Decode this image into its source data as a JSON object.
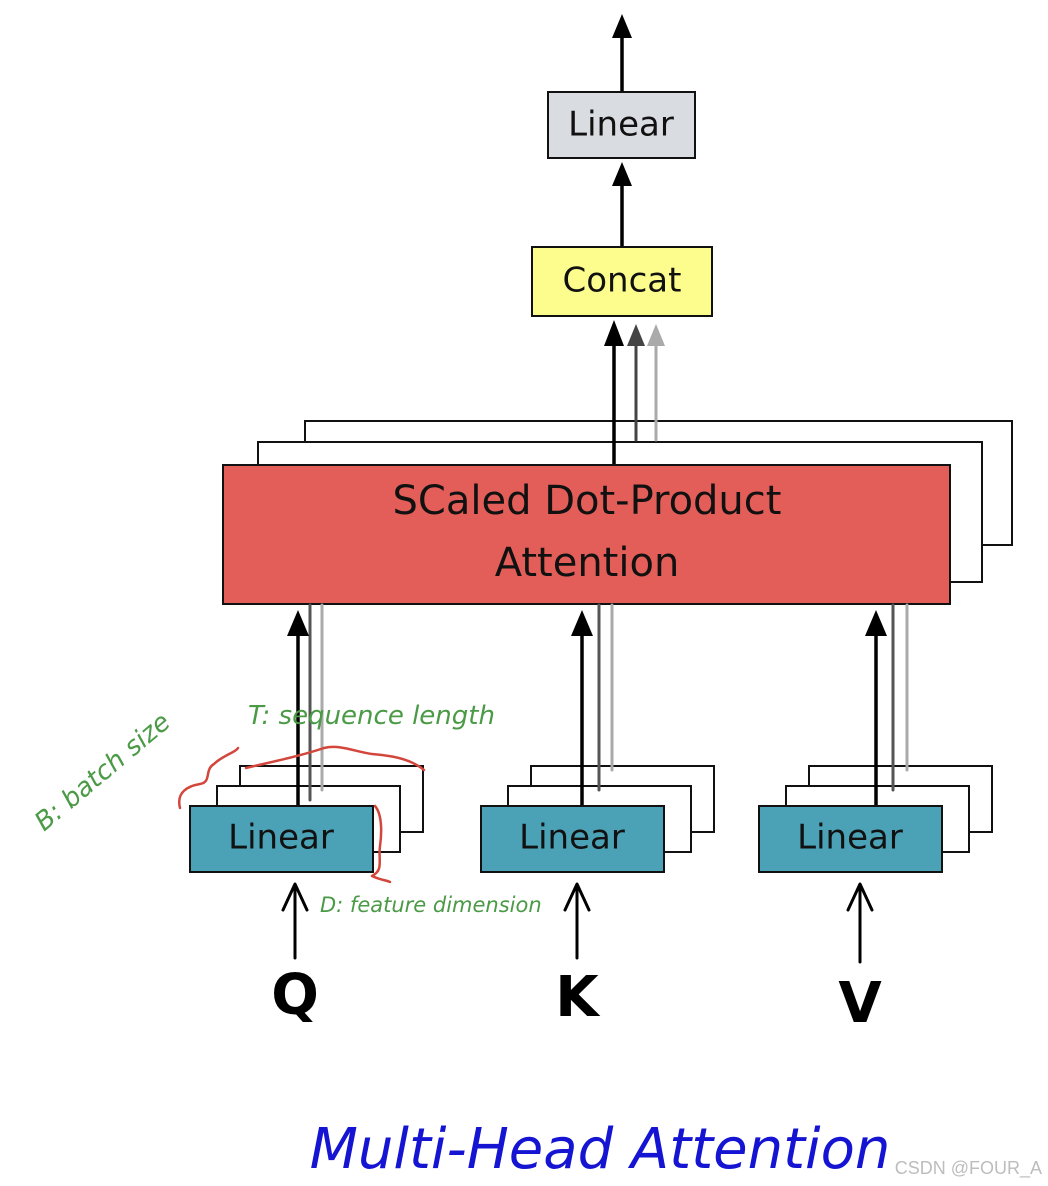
{
  "title": "Multi-Head Attention",
  "watermark": "CSDN @FOUR_A",
  "blocks": {
    "output_linear": "Linear",
    "concat": "Concat",
    "attention_line1": "SCaled Dot-Product",
    "attention_line2": "Attention",
    "linear_q": "Linear",
    "linear_k": "Linear",
    "linear_v": "Linear"
  },
  "inputs": {
    "q": "Q",
    "k": "K",
    "v": "V"
  },
  "annotations": {
    "batch": "B: batch size",
    "sequence": "T: sequence length",
    "feature": "D: feature dimension"
  },
  "colors": {
    "output_linear": "#d9dce0",
    "concat": "#fdfd8e",
    "attention": "#e35e58",
    "linear": "#4ba2b6",
    "annotation": "#4a9a46",
    "bracket": "#d2463c",
    "title": "#1414d2"
  }
}
